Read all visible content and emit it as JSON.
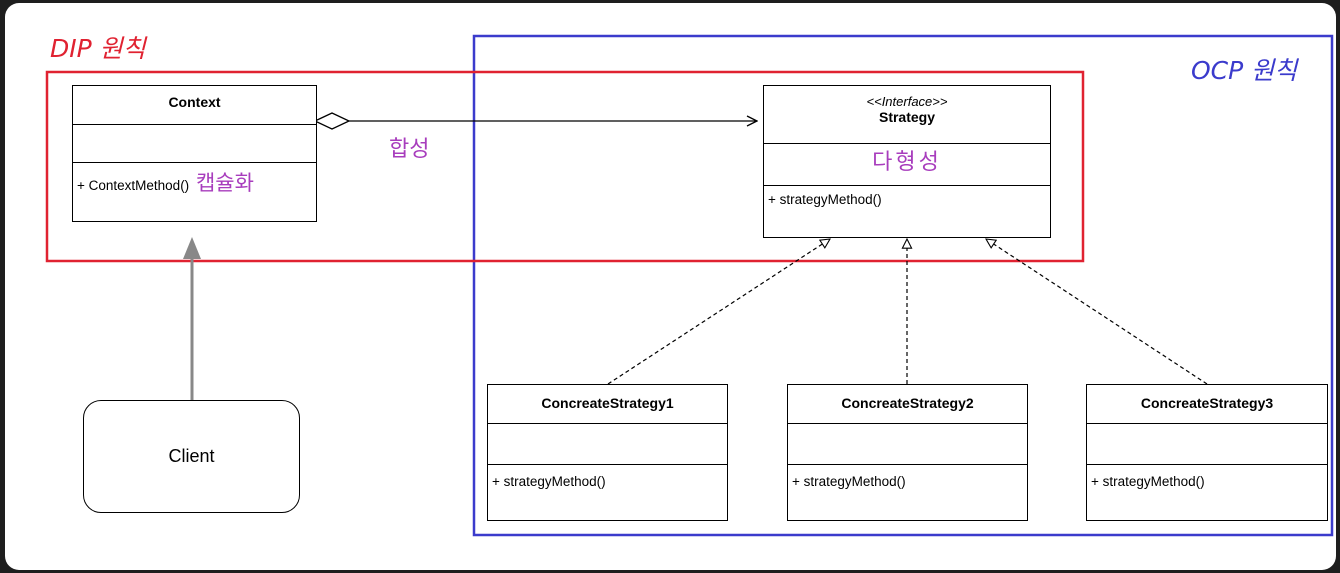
{
  "frames": {
    "dip": {
      "label": "DIP 원칙",
      "color": "#e02231"
    },
    "ocp": {
      "label": "OCP 원칙",
      "color": "#3b3bcc"
    }
  },
  "context": {
    "name": "Context",
    "operation": "+ ContextMethod()",
    "annotation": "캡슐화"
  },
  "strategy": {
    "stereotype": "<<Interface>>",
    "name": "Strategy",
    "annotation": "다형성",
    "operation": "+ strategyMethod()"
  },
  "composition_label": "합성",
  "concrete": [
    {
      "name": "ConcreateStrategy1",
      "operation": "+ strategyMethod()"
    },
    {
      "name": "ConcreateStrategy2",
      "operation": "+ strategyMethod()"
    },
    {
      "name": "ConcreateStrategy3",
      "operation": "+ strategyMethod()"
    }
  ],
  "client": {
    "name": "Client"
  },
  "colors": {
    "annotation": "#a83dbd",
    "client_arrow": "#888888"
  }
}
